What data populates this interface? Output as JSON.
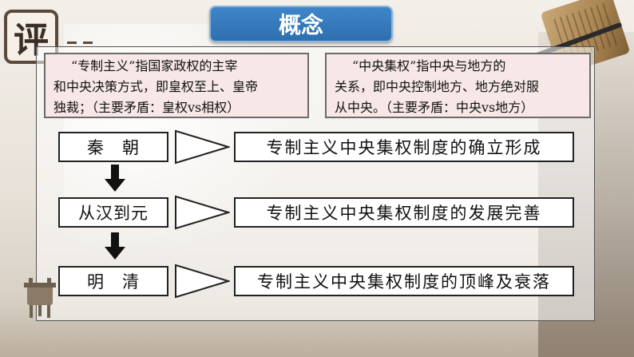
{
  "badge": {
    "char": "评"
  },
  "title": "概念",
  "concepts": [
    {
      "lines": [
        "“专制主义”指国家政权的主宰",
        "和中央决策方式，即皇权至上、皇帝",
        "独裁；（主要矛盾：皇权vs相权）"
      ]
    },
    {
      "lines": [
        "“中央集权”指中央与地方的",
        "关系，即中央控制地方、地方绝对服",
        "从中央。（主要矛盾：中央vs地方）"
      ]
    }
  ],
  "rows": [
    {
      "period": "秦　朝",
      "desc": "专制主义中央集权制度的确立形成"
    },
    {
      "period": "从汉到元",
      "desc": "专制主义中央集权制度的发展完善"
    },
    {
      "period": "明　清",
      "desc": "专制主义中央集权制度的顶峰及衰落"
    }
  ],
  "colors": {
    "title_bg": "#2f6fae",
    "concept_bg": "#f7e7e7",
    "arrow": "#111111"
  }
}
